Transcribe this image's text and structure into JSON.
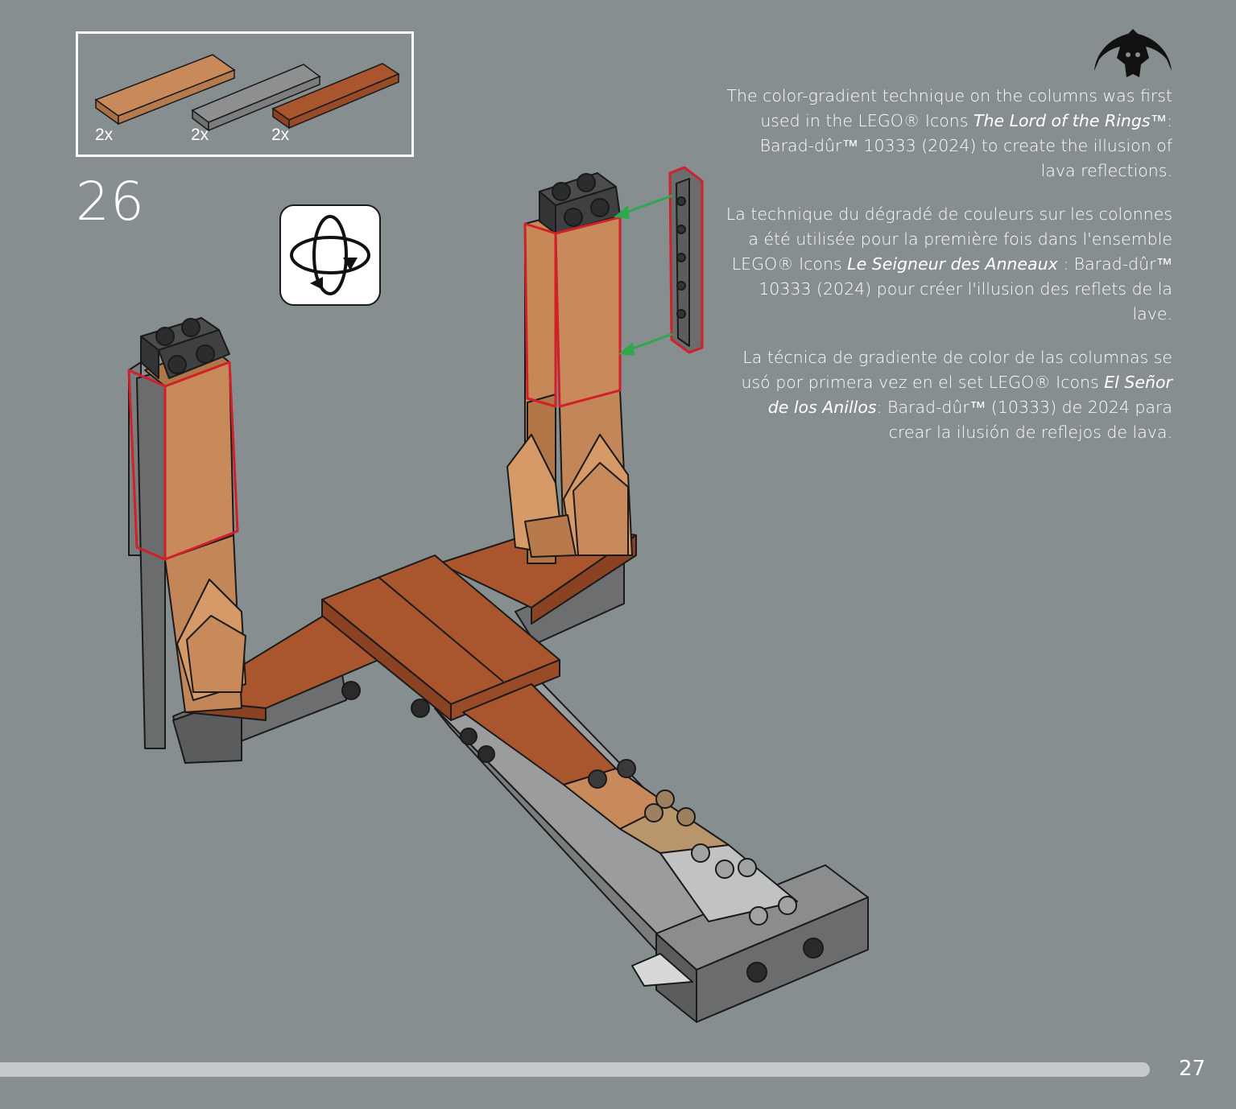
{
  "parts": {
    "items": [
      {
        "qty": "2x",
        "color": "#c88a5a",
        "name": "medium-nougat-tile-icon"
      },
      {
        "qty": "2x",
        "color": "#8e8f90",
        "name": "dark-gray-tile-icon"
      },
      {
        "qty": "2x",
        "color": "#a9552e",
        "name": "reddish-brown-tile-icon"
      }
    ]
  },
  "step": {
    "number": "26"
  },
  "rotate": {
    "icon": "rotate-model-icon"
  },
  "logo": {
    "icon": "eye-of-sauron-icon"
  },
  "info": {
    "en": {
      "pre": "The color-gradient technique on the columns was first used in the LEGO® Icons ",
      "title": "The Lord of the Rings",
      "post": "™: Barad-dûr™ 10333 (2024) to create the illusion of lava reflections."
    },
    "fr": {
      "pre": "La technique du dégradé de couleurs sur les colonnes a été utilisée pour la première fois dans l'ensemble LEGO® Icons ",
      "title": "Le Seigneur des Anneaux",
      "post": " : Barad-dûr™ 10333 (2024) pour créer l'illusion des reflets de la lave."
    },
    "es": {
      "pre": "La técnica de gradiente de color de las columnas se usó por primera vez en el set LEGO® Icons ",
      "title": "El Señor de los Anillos",
      "post": ": Barad-dûr™ (10333) de 2024 para crear la ilusión de reflejos de lava."
    }
  },
  "colors": {
    "background": "#878e90",
    "nougat": "#c88a5a",
    "reddish_brown": "#a9552e",
    "dark_gray": "#5f6163",
    "highlight": "#d0202a",
    "arrow": "#2ea84a"
  },
  "progress": {
    "fraction": 0.93
  },
  "page": {
    "number": "27"
  }
}
